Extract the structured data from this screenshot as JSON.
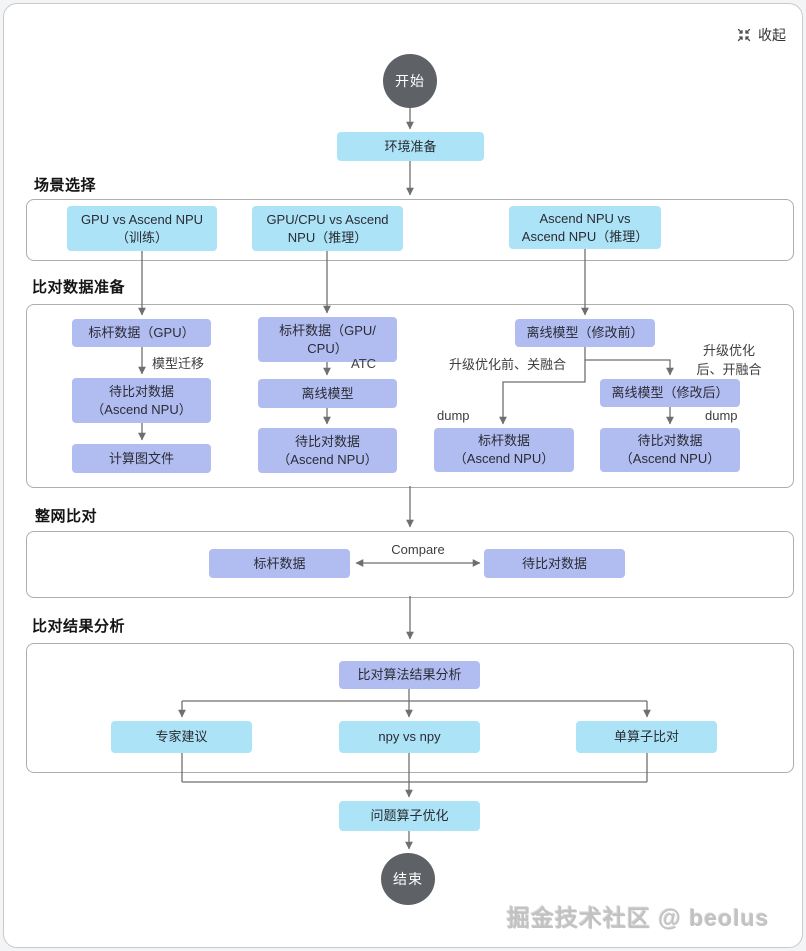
{
  "header": {
    "collapse_label": "收起"
  },
  "flow": {
    "start": "开始",
    "env_prep": "环境准备",
    "end": "结束"
  },
  "sections": {
    "scenario": {
      "title": "场景选择",
      "train": "GPU vs Ascend NPU\n（训练）",
      "infer_gpu_cpu": "GPU/CPU vs Ascend\nNPU（推理）",
      "infer_npu": "Ascend NPU vs\nAscend NPU（推理）"
    },
    "data_prep": {
      "title": "比对数据准备",
      "col1": {
        "benchmark_gpu": "标杆数据（GPU）",
        "to_compare_npu": "待比对数据\n（Ascend NPU）",
        "graph_file": "计算图文件"
      },
      "col2": {
        "benchmark_gpu_cpu": "标杆数据（GPU/\nCPU）",
        "offline_model": "离线模型",
        "to_compare_npu": "待比对数据\n（Ascend NPU）"
      },
      "col3": {
        "offline_before": "离线模型（修改前）",
        "offline_after": "离线模型（修改后）",
        "benchmark_npu": "标杆数据\n（Ascend NPU）",
        "to_compare_npu": "待比对数据\n（Ascend NPU）"
      }
    },
    "network_compare": {
      "title": "整网比对",
      "benchmark": "标杆数据",
      "to_compare": "待比对数据"
    },
    "analysis": {
      "title": "比对结果分析",
      "root": "比对算法结果分析",
      "expert": "专家建议",
      "npy": "npy vs npy",
      "single_op": "单算子比对",
      "optimize": "问题算子优化"
    }
  },
  "edge_labels": {
    "model_migrate": "模型迁移",
    "atc": "ATC",
    "before_fusion_off": "升级优化前、关融合",
    "after_fusion_on": "升级优化\n后、开融合",
    "dump_left": "dump",
    "dump_right": "dump",
    "compare": "Compare"
  },
  "watermark": "掘金技术社区 @ beolus",
  "colors": {
    "cyan_node": "#ace3f6",
    "purple_node": "#b1bdf1",
    "terminal_node": "#5e6267",
    "line": "#6f6f6f",
    "container_border": "#aeaeae"
  }
}
